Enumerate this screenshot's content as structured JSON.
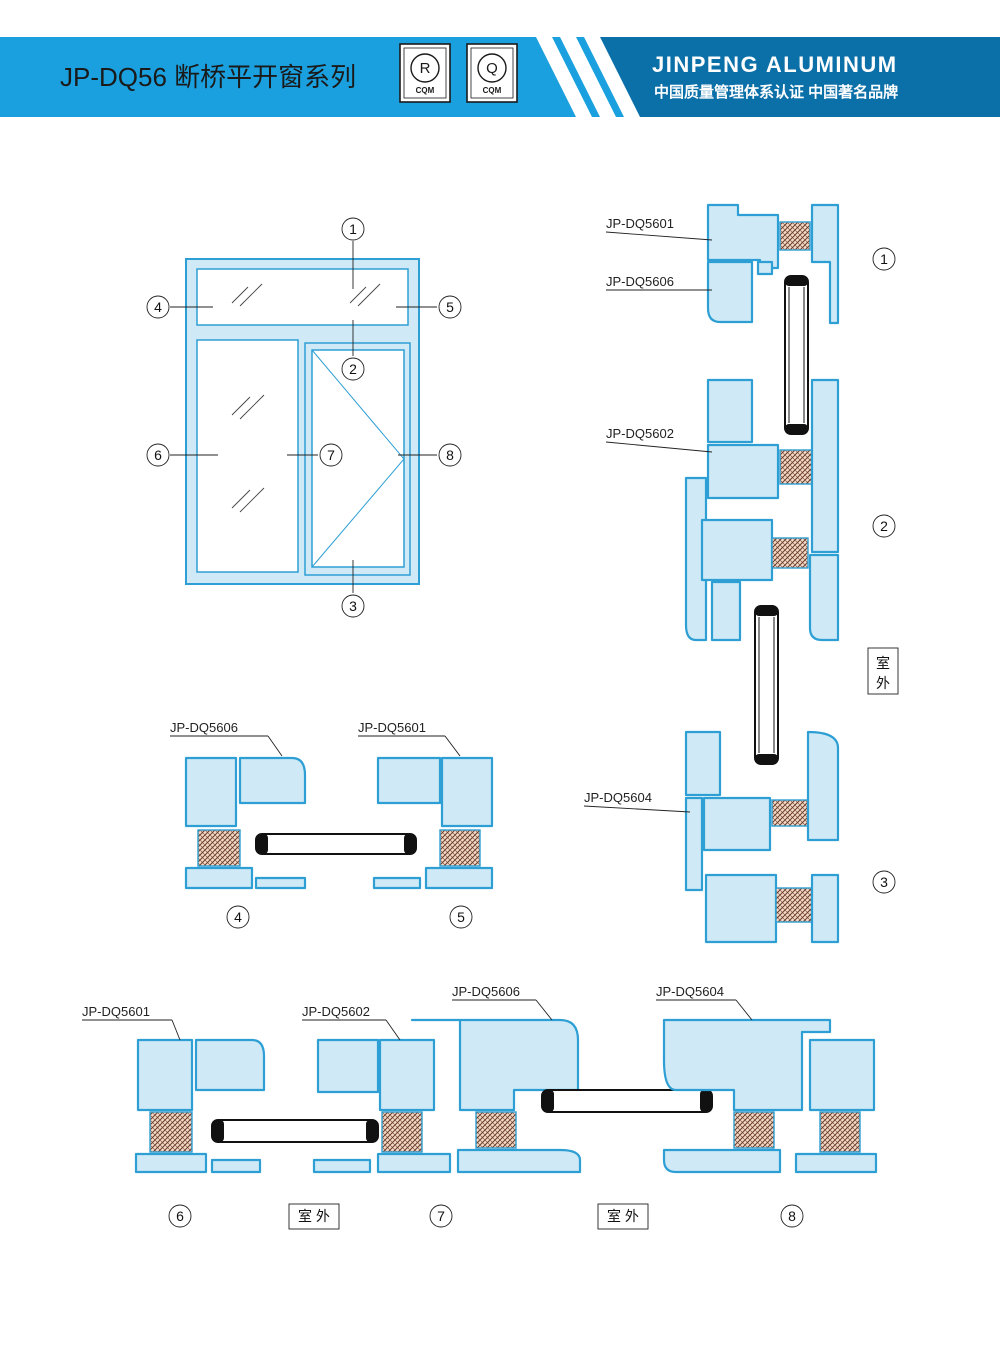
{
  "header": {
    "series_title": "JP-DQ56 断桥平开窗系列",
    "brand_name": "JINPENG ALUMINUM",
    "brand_slogan": "中国质量管理体系认证 中国著名品牌",
    "colors": {
      "banner_light": "#1aa0de",
      "banner_dark": "#0b6fa8",
      "profile_stroke": "#2e9fd4",
      "profile_fill": "#cfeaf6"
    }
  },
  "badges": [
    {
      "letter": "R",
      "caption": "CQM"
    },
    {
      "letter": "Q",
      "caption": "CQM"
    }
  ],
  "elevation": {
    "markers": [
      "1",
      "2",
      "3",
      "4",
      "5",
      "6",
      "7",
      "8"
    ]
  },
  "vertical_section": {
    "labels": [
      "JP-DQ5601",
      "JP-DQ5606",
      "JP-DQ5602",
      "JP-DQ5604"
    ],
    "markers": [
      "1",
      "2",
      "3"
    ],
    "outside_label": [
      "室",
      "外"
    ]
  },
  "section_45": {
    "labels": [
      "JP-DQ5606",
      "JP-DQ5601"
    ],
    "markers": [
      "4",
      "5"
    ]
  },
  "section_678": {
    "labels": [
      "JP-DQ5601",
      "JP-DQ5602",
      "JP-DQ5606",
      "JP-DQ5604"
    ],
    "markers": [
      "6",
      "7",
      "8"
    ],
    "outside_label": "室 外"
  }
}
